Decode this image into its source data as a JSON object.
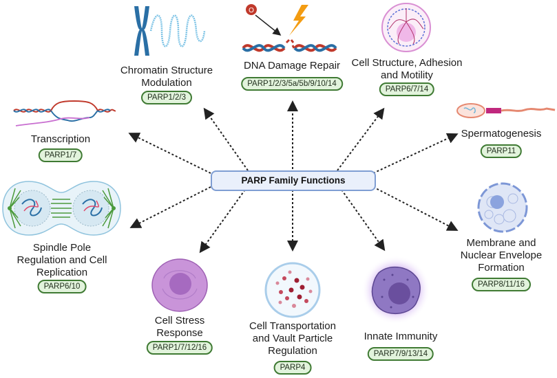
{
  "title": "PARP Family Functions",
  "colors": {
    "badge_fill": "#e2f3dc",
    "badge_border": "#3f7a33",
    "center_fill": "#eaf0fb",
    "center_border": "#7f9ed3",
    "arrow": "#222222"
  },
  "nodes": [
    {
      "id": "chromatin",
      "label_lines": [
        "Chromatin Structure",
        "Modulation"
      ],
      "badge": "PARP1/2/3",
      "icon": "chromosome-icon"
    },
    {
      "id": "dna-repair",
      "label_lines": [
        "DNA Damage Repair"
      ],
      "badge": "PARP1/2/3/5a/5b/9/10/14",
      "icon": "dna-damage-icon"
    },
    {
      "id": "cell-structure",
      "label_lines": [
        "Cell Structure, Adhesion",
        "and Motility"
      ],
      "badge": "PARP6/7/14",
      "icon": "cytoskeleton-cell-icon"
    },
    {
      "id": "transcription",
      "label_lines": [
        "Transcription"
      ],
      "badge": "PARP1/7",
      "icon": "transcription-bubble-icon"
    },
    {
      "id": "spermatogenesis",
      "label_lines": [
        "Spermatogenesis"
      ],
      "badge": "PARP11",
      "icon": "sperm-icon"
    },
    {
      "id": "spindle",
      "label_lines": [
        "Spindle Pole",
        "Regulation and Cell",
        "Replication"
      ],
      "badge": "PARP6/10",
      "icon": "dividing-cell-icon"
    },
    {
      "id": "membrane",
      "label_lines": [
        "Membrane and",
        "Nuclear Envelope",
        "Formation"
      ],
      "badge": "PARP8/11/16",
      "icon": "nuclear-envelope-icon"
    },
    {
      "id": "stress",
      "label_lines": [
        "Cell Stress",
        "Response"
      ],
      "badge": "PARP1/7/12/16",
      "icon": "stressed-cell-icon"
    },
    {
      "id": "transport",
      "label_lines": [
        "Cell Transportation",
        "and Vault Particle",
        "Regulation"
      ],
      "badge": "PARP4",
      "icon": "vault-particle-icon"
    },
    {
      "id": "immunity",
      "label_lines": [
        "Innate Immunity"
      ],
      "badge": "PARP7/9/13/14",
      "icon": "macrophage-icon"
    }
  ]
}
